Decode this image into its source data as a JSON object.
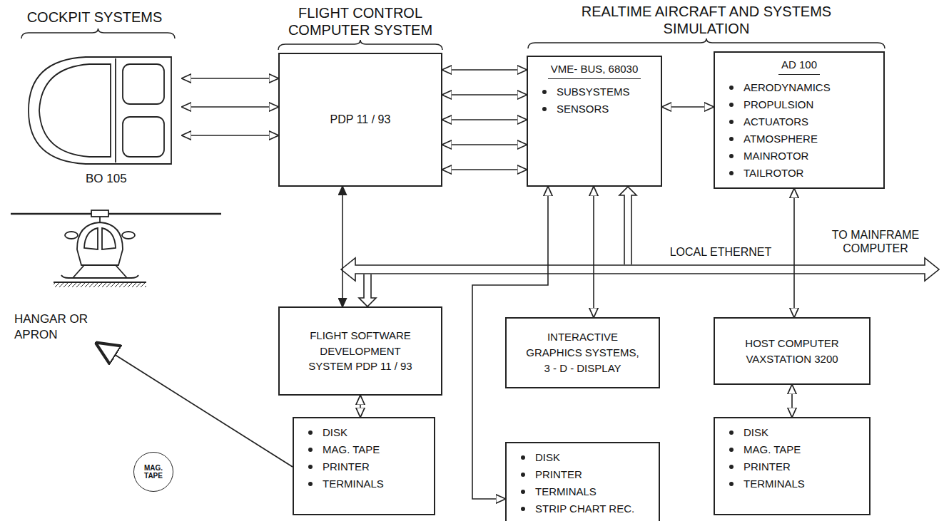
{
  "diagram": {
    "nodes": [
      {
        "text": [
          "COCKPIT SYSTEMS"
        ]
      },
      {
        "text": [
          "PDP 11 / 93"
        ]
      },
      {
        "text": [
          "VME- BUS, 68030",
          "SUBSYSTEMS",
          "SENSORS"
        ]
      },
      {
        "text": [
          "AD 100",
          "AERODYNAMICS",
          "PROPULSION",
          "ACTUATORS",
          "ATMOSPHERE",
          "MAINROTOR",
          "TAILROTOR"
        ]
      },
      {
        "text": [
          "FLIGHT SOFTWARE DEVELOPMENT SYSTEM PDP 11 / 93"
        ]
      },
      {
        "text": [
          "INTERACTIVE GRAPHICS SYSTEMS, 3 - D - DISPLAY"
        ]
      },
      {
        "text": [
          "HOST COMPUTER VAXSTATION 3200"
        ]
      },
      {
        "text": [
          "DISK",
          "MAG. TAPE",
          "PRINTER",
          "TERMINALS"
        ]
      },
      {
        "text": [
          "DISK",
          "PRINTER",
          "TERMINALS",
          "STRIP CHART REC."
        ]
      },
      {
        "text": [
          "DISK",
          "MAG. TAPE",
          "PRINTER",
          "TERMINALS"
        ]
      },
      {
        "text": [
          "MAG. TAPE"
        ]
      },
      {
        "text": [
          "BO 105",
          "HANGAR OR APRON"
        ]
      }
    ],
    "edges": [
      {
        "from": 0,
        "to": 1,
        "arrow": "both"
      },
      {
        "from": 0,
        "to": 1,
        "arrow": "both"
      },
      {
        "from": 0,
        "to": 1,
        "arrow": "both"
      },
      {
        "from": 1,
        "to": 2,
        "arrow": "both"
      },
      {
        "from": 1,
        "to": 2,
        "arrow": "both"
      },
      {
        "from": 1,
        "to": 2,
        "arrow": "both"
      },
      {
        "from": 1,
        "to": 2,
        "arrow": "both"
      },
      {
        "from": 1,
        "to": 2,
        "arrow": "both"
      },
      {
        "from": 2,
        "to": 3,
        "arrow": "both"
      },
      {
        "from": 1,
        "to": 4,
        "arrow": "both"
      },
      {
        "from": 2,
        "to": 5,
        "arrow": "both"
      },
      {
        "from": 3,
        "to": 6,
        "arrow": "both"
      },
      {
        "from": 4,
        "to": 7,
        "arrow": "both"
      },
      {
        "from": 2,
        "to": 8,
        "arrow": "both"
      },
      {
        "from": 6,
        "to": 9,
        "arrow": "both"
      },
      {
        "from": 7,
        "to": 11,
        "arrow": "to"
      }
    ],
    "labels": [
      "FLIGHT CONTROL COMPUTER SYSTEM",
      "REALTIME AIRCRAFT AND SYSTEMS SIMULATION",
      "LOCAL ETHERNET",
      "TO MAINFRAME COMPUTER"
    ]
  }
}
